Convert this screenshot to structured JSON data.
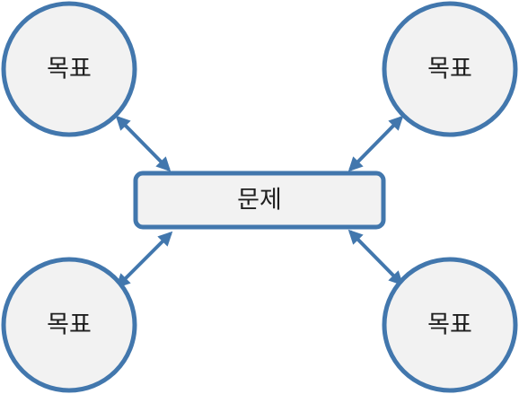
{
  "diagram": {
    "center": {
      "label": "문제"
    },
    "goals": [
      {
        "label": "목표"
      },
      {
        "label": "목표"
      },
      {
        "label": "목표"
      },
      {
        "label": "목표"
      }
    ]
  },
  "colors": {
    "stroke": "#4277ad",
    "fill": "#f2f2f2",
    "text": "#1f1f1f"
  }
}
